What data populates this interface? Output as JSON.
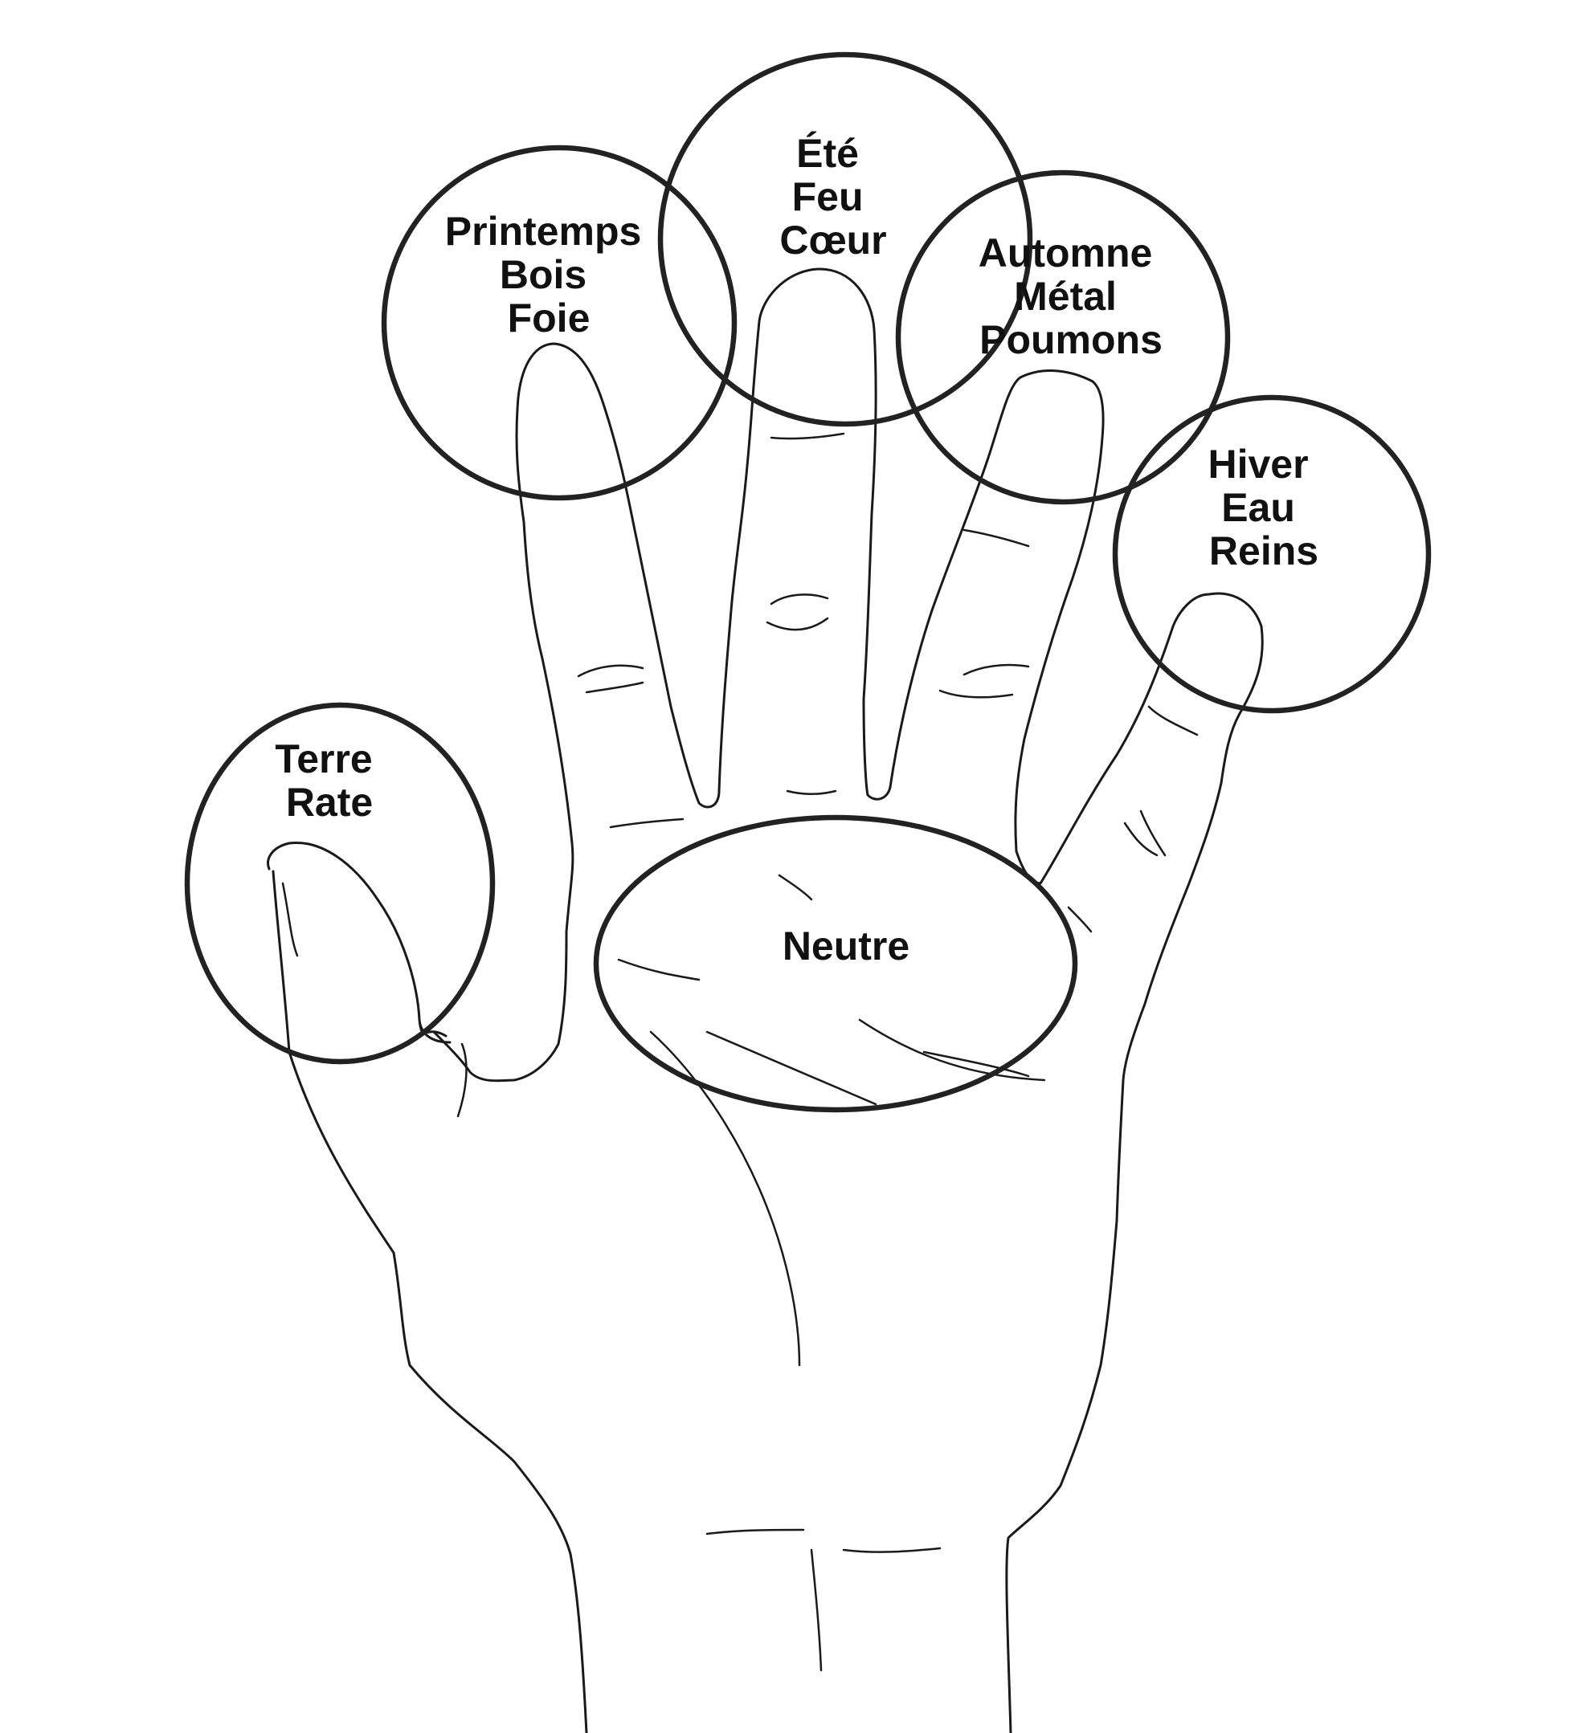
{
  "zones": [
    {
      "id": "index",
      "lines": [
        "Printemps",
        "Bois",
        "Foie"
      ]
    },
    {
      "id": "middle",
      "lines": [
        "Été",
        "Feu",
        "Cœur"
      ]
    },
    {
      "id": "ring",
      "lines": [
        "Automne",
        "Métal",
        "Poumons"
      ]
    },
    {
      "id": "little",
      "lines": [
        "Hiver",
        "Eau",
        "Reins"
      ]
    },
    {
      "id": "thumb",
      "lines": [
        "Terre",
        "Rate"
      ]
    },
    {
      "id": "palm",
      "lines": [
        "Neutre"
      ]
    }
  ],
  "colors": {
    "line": "#1a1a1a",
    "circle": "#222222",
    "background": "#ffffff"
  }
}
